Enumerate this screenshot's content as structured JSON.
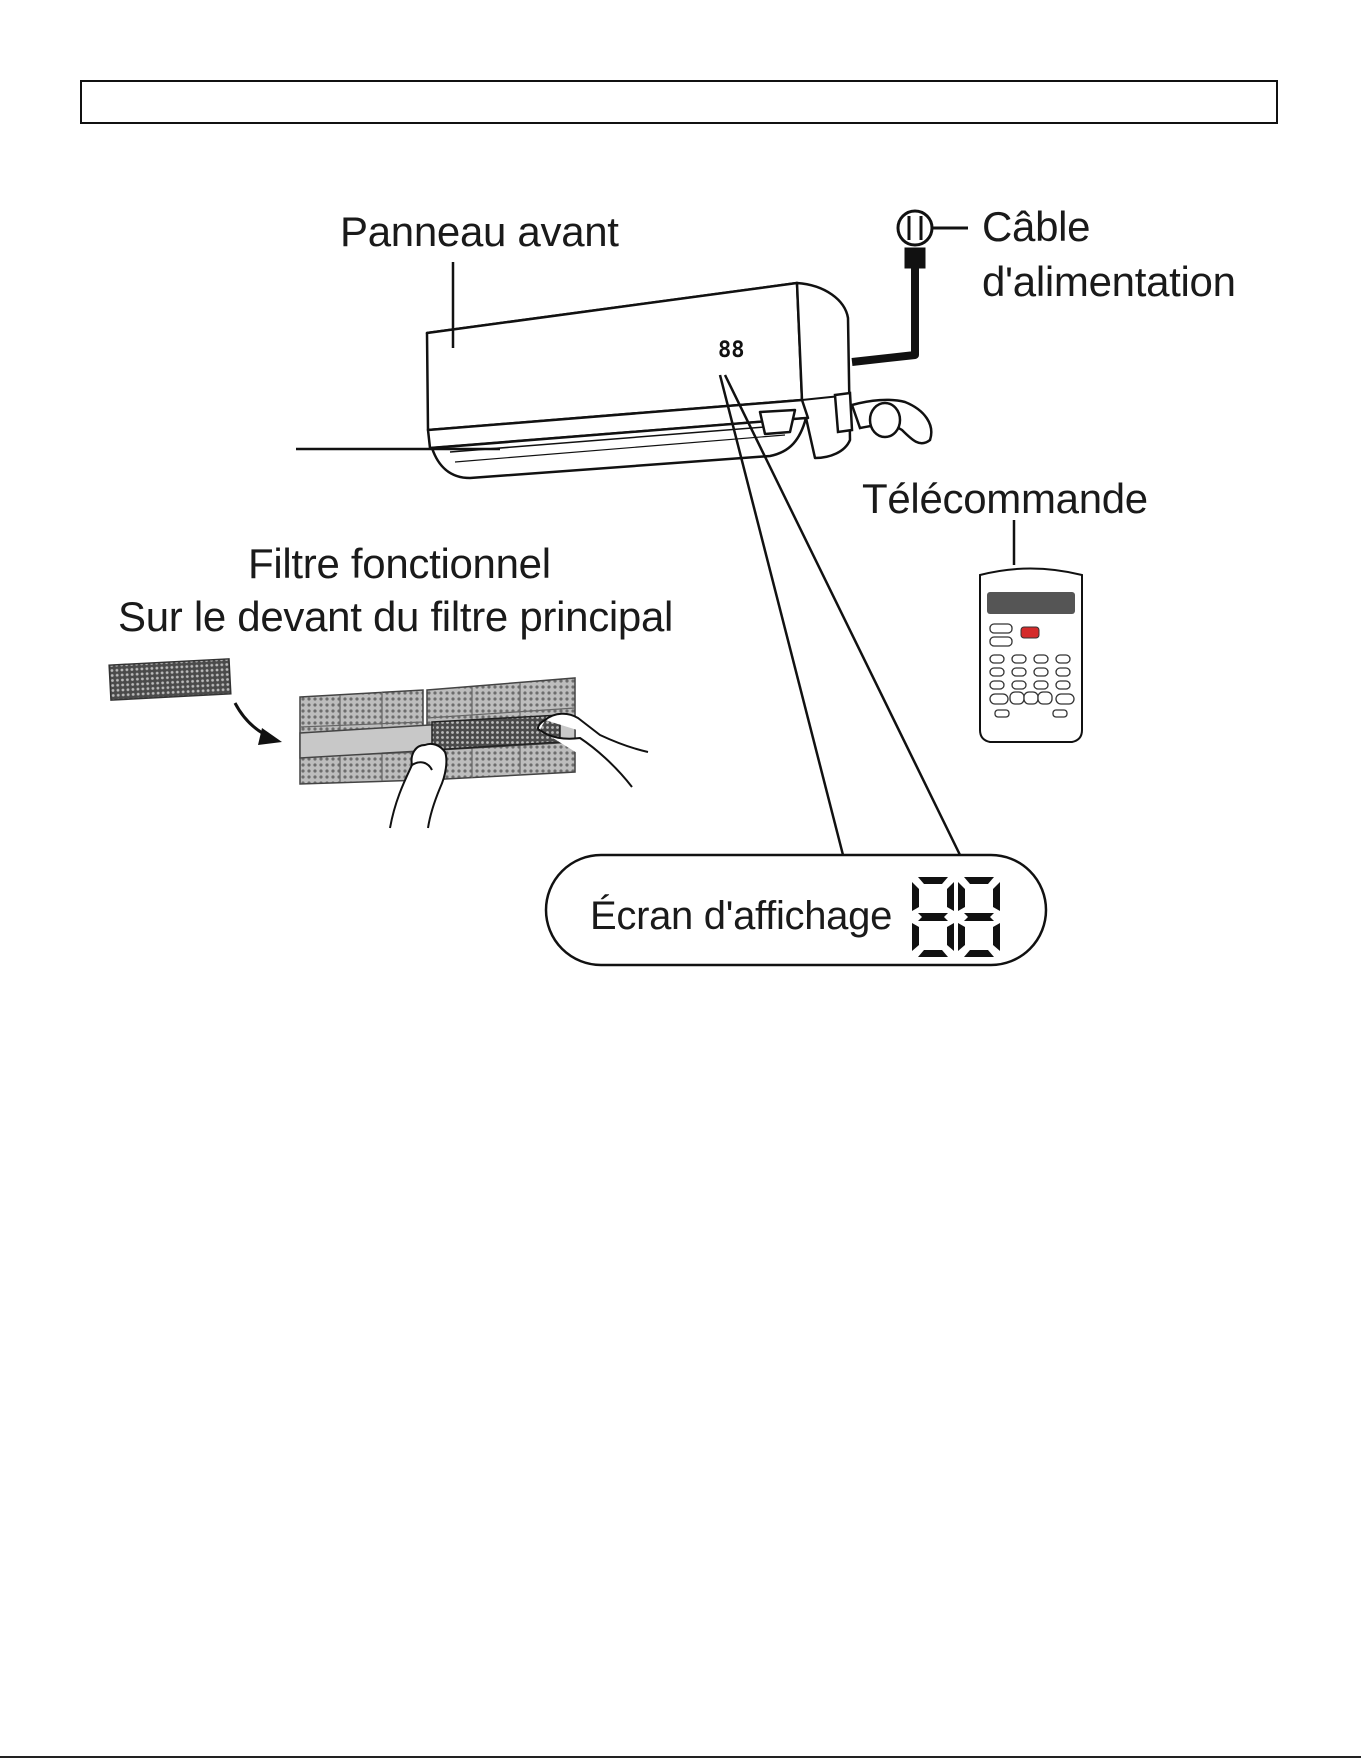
{
  "labels": {
    "front_panel": "Panneau avant",
    "power_cable_line1": "Câble",
    "power_cable_line2": "d'alimentation",
    "remote": "Télécommande",
    "filter_line1": "Filtre fonctionnel",
    "filter_line2": "Sur le devant du filtre principal",
    "display_screen": "Écran d'affichage",
    "display_digits": "88",
    "unit_display_digits": "88"
  },
  "colors": {
    "line": "#111111",
    "remote_power_button": "#d42a2a",
    "remote_screen": "#555555",
    "filter_mesh": "#7a7a7a"
  },
  "icons": [
    "air-conditioner-unit",
    "power-plug-icon",
    "remote-control-icon",
    "filter-panel",
    "hands",
    "arrow-icon",
    "seven-segment-display"
  ]
}
